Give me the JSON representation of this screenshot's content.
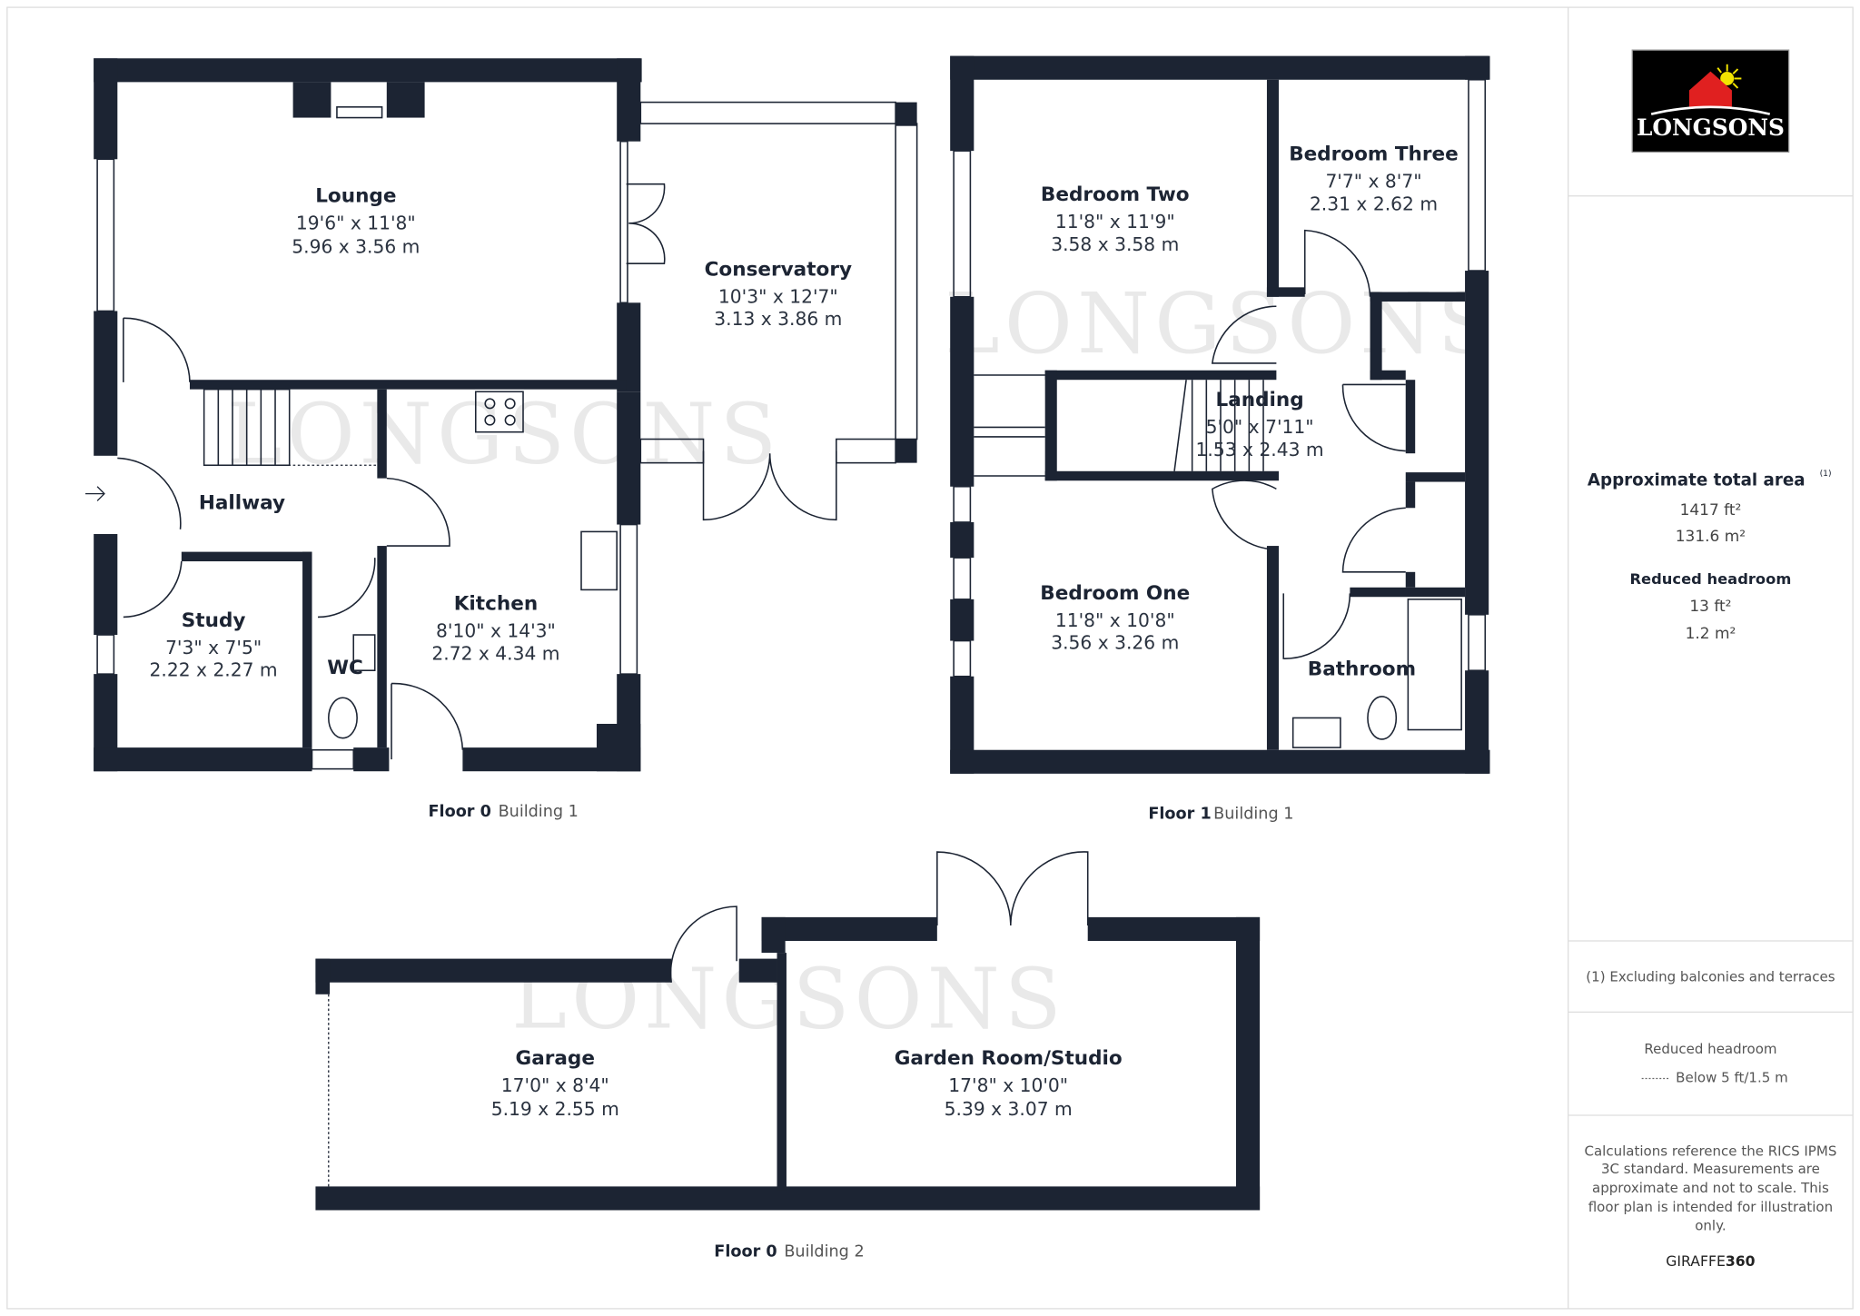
{
  "brand": {
    "logo_text": "LONGSONS",
    "watermark": "LONGSONS",
    "logo_bg": "#000000",
    "roof_color": "#e02020",
    "sun_color": "#f2e400"
  },
  "wall_color": "#1c2433",
  "floors": [
    {
      "floor": "Floor 0",
      "building": "Building 1"
    },
    {
      "floor": "Floor 1",
      "building": "Building 1"
    },
    {
      "floor": "Floor 0",
      "building": "Building 2"
    }
  ],
  "rooms": {
    "lounge": {
      "name": "Lounge",
      "imperial": "19'6\" x 11'8\"",
      "metric": "5.96 x 3.56 m"
    },
    "conservatory": {
      "name": "Conservatory",
      "imperial": "10'3\" x 12'7\"",
      "metric": "3.13 x 3.86 m"
    },
    "hallway": {
      "name": "Hallway"
    },
    "kitchen": {
      "name": "Kitchen",
      "imperial": "8'10\" x 14'3\"",
      "metric": "2.72 x 4.34 m"
    },
    "study": {
      "name": "Study",
      "imperial": "7'3\" x 7'5\"",
      "metric": "2.22 x 2.27 m"
    },
    "wc": {
      "name": "WC"
    },
    "bedroom_two": {
      "name": "Bedroom Two",
      "imperial": "11'8\" x 11'9\"",
      "metric": "3.58 x 3.58 m"
    },
    "bedroom_three": {
      "name": "Bedroom Three",
      "imperial": "7'7\" x 8'7\"",
      "metric": "2.31 x 2.62 m"
    },
    "landing": {
      "name": "Landing",
      "imperial": "5'0\" x 7'11\"",
      "metric": "1.53 x 2.43 m"
    },
    "bedroom_one": {
      "name": "Bedroom One",
      "imperial": "11'8\" x 10'8\"",
      "metric": "3.56 x 3.26 m"
    },
    "bathroom": {
      "name": "Bathroom"
    },
    "garage": {
      "name": "Garage",
      "imperial": "17'0\" x 8'4\"",
      "metric": "5.19 x 2.55 m"
    },
    "garden_room": {
      "name": "Garden Room/Studio",
      "imperial": "17'8\" x 10'0\"",
      "metric": "5.39 x 3.07 m"
    }
  },
  "sidebar": {
    "total_area_title": "Approximate total area",
    "total_area_note_mark": "(1)",
    "total_area_ft": "1417 ft²",
    "total_area_m": "131.6 m²",
    "reduced_title": "Reduced headroom",
    "reduced_ft": "13 ft²",
    "reduced_m": "1.2 m²",
    "footnote": "(1) Excluding balconies and terraces",
    "legend_title": "Reduced headroom",
    "legend_item": "Below 5 ft/1.5 m",
    "disclaimer": [
      "Calculations reference the RICS IPMS",
      "3C standard. Measurements are",
      "approximate and not to scale. This",
      "floor plan is intended for illustration",
      "only."
    ],
    "credit_a": "GIRAFFE",
    "credit_b": "360"
  }
}
